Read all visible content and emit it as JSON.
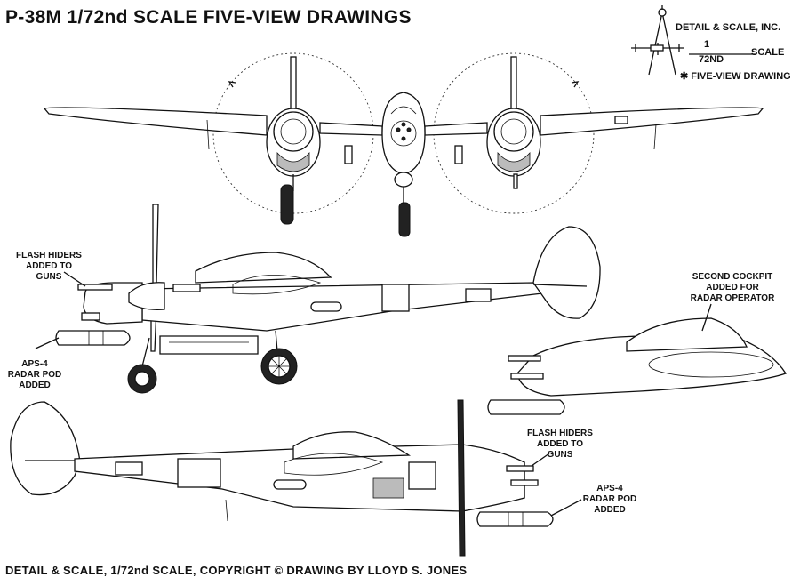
{
  "title": "P-38M 1/72nd SCALE FIVE-VIEW DRAWINGS",
  "logo": {
    "company": "DETAIL & SCALE, INC.",
    "scale_num": "1",
    "scale_den": "72ND",
    "scale_label": "SCALE",
    "five_view": "FIVE-VIEW DRAWING"
  },
  "callouts": {
    "flash_hiders_left": [
      "FLASH HIDERS",
      "ADDED TO",
      "GUNS"
    ],
    "aps4_left": [
      "APS-4",
      "RADAR POD",
      "ADDED"
    ],
    "second_cockpit": [
      "SECOND COCKPIT",
      "ADDED FOR",
      "RADAR OPERATOR"
    ],
    "flash_hiders_right": [
      "FLASH HIDERS",
      "ADDED TO",
      "GUNS"
    ],
    "aps4_right": [
      "APS-4",
      "RADAR POD",
      "ADDED"
    ]
  },
  "footer": "DETAIL & SCALE, 1/72nd SCALE, COPYRIGHT © DRAWING BY LLOYD S. JONES"
}
